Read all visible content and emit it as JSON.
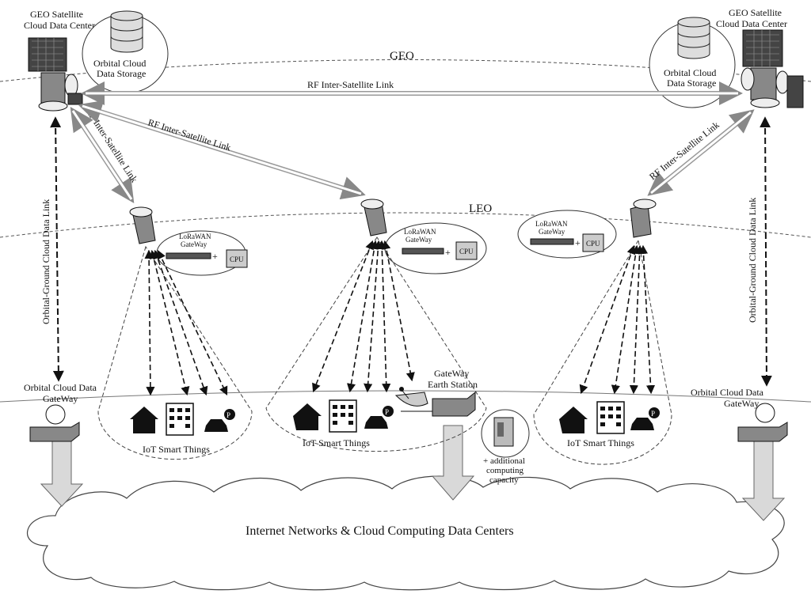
{
  "geo_left": {
    "title_line1": "GEO Satellite",
    "title_line2": "Cloud Data Center",
    "storage_line1": "Orbital Cloud",
    "storage_line2": "Data Storage"
  },
  "geo_right": {
    "title_line1": "GEO Satellite",
    "title_line2": "Cloud Data Center",
    "storage_line1": "Orbital Cloud",
    "storage_line2": "Data Storage"
  },
  "orbits": {
    "geo": "GEO",
    "leo": "LEO"
  },
  "links": {
    "geo_geo": "RF Inter-Satellite Link",
    "geo_left_to_leo1": "RF Inter-Satellite Link",
    "geo_left_to_leo2": "RF Inter-Satellite Link",
    "geo_right_to_leo3": "RF Inter-Satellite Link",
    "orbital_ground_left": "Orbital-Ground Cloud Data Link",
    "orbital_ground_right": "Orbital-Ground Cloud Data Link"
  },
  "leo1": {
    "gateway_line1": "LoRaWAN",
    "gateway_line2": "GateWay",
    "cpu": "CPU"
  },
  "leo2": {
    "gateway_line1": "LoRaWAN",
    "gateway_line2": "GateWay",
    "cpu": "CPU"
  },
  "leo3": {
    "gateway_line1": "LoRaWAN",
    "gateway_line2": "GateWay",
    "cpu": "CPU"
  },
  "ground": {
    "left_gateway_line1": "Orbital Cloud Data",
    "left_gateway_line2": "GateWay",
    "right_gateway_line1": "Orbital Cloud Data",
    "right_gateway_line2": "GateWay",
    "earth_station_line1": "GateWay",
    "earth_station_line2": "Earth Station",
    "computing_line1": "+ additional",
    "computing_line2": "computing",
    "computing_line3": "capacity",
    "iot_left": "IoT Smart Things",
    "iot_center": "IoT Smart Things",
    "iot_right": "IoT Smart Things"
  },
  "cloud": {
    "label": "Internet Networks & Cloud Computing Data Centers"
  },
  "icons": [
    "satellite-icon",
    "database-icon",
    "house-icon",
    "building-icon",
    "car-icon",
    "parking-icon",
    "dish-antenna-icon",
    "server-icon",
    "cpu-icon",
    "cloud-icon",
    "gateway-device-icon"
  ]
}
